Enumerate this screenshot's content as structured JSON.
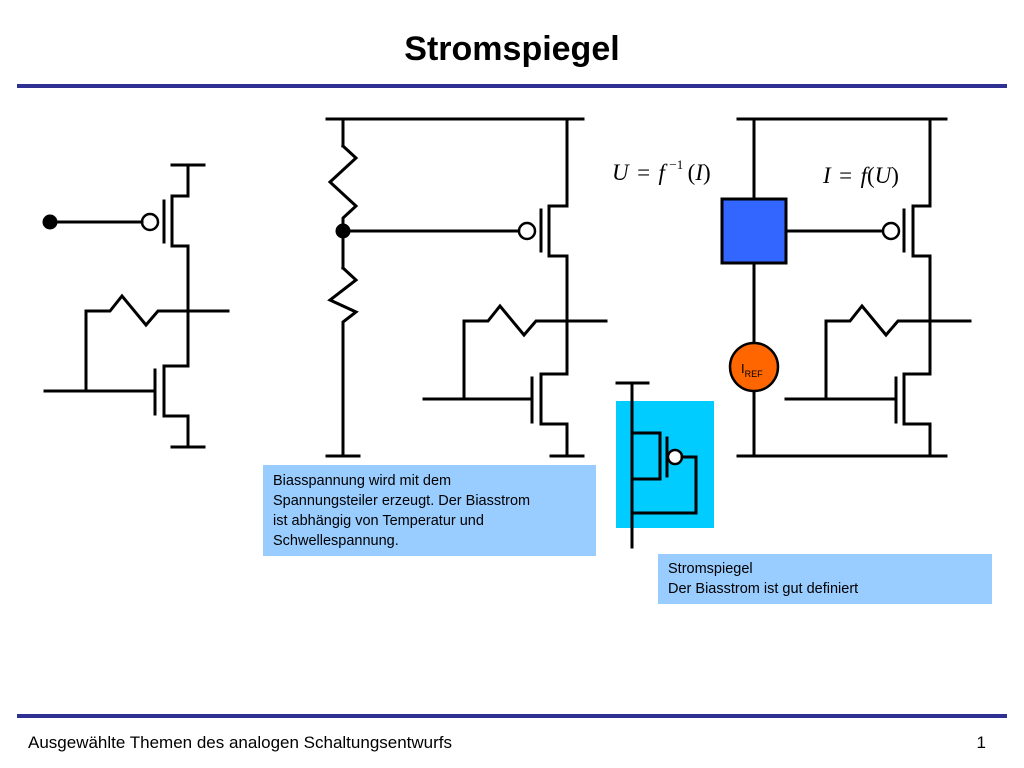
{
  "title": "Stromspiegel",
  "notes": {
    "bias_divider": [
      "Biasspannung wird mit dem",
      "Spannungsteiler erzeugt. Der Biasstrom",
      "ist abhängig von Temperatur und",
      "Schwellespannung."
    ],
    "current_mirror": [
      "Stromspiegel",
      "Der Biasstrom ist gut definiert"
    ]
  },
  "formulas": {
    "left": {
      "lhs": "U",
      "eq": "=",
      "fn": "f",
      "exp": "−1",
      "arg": "I"
    },
    "right": {
      "lhs": "I",
      "eq": "=",
      "fn": "f",
      "arg": "U"
    }
  },
  "iref": {
    "main": "I",
    "sub": "REF"
  },
  "footer": {
    "text": "Ausgewählte Themen des analogen Schaltungsentwurfs",
    "page": "1"
  },
  "colors": {
    "rule": "#2e3192",
    "note_bg": "#99ccff",
    "block": "#3366ff",
    "iref_circle": "#ff6600",
    "highlight": "#00ccff"
  }
}
